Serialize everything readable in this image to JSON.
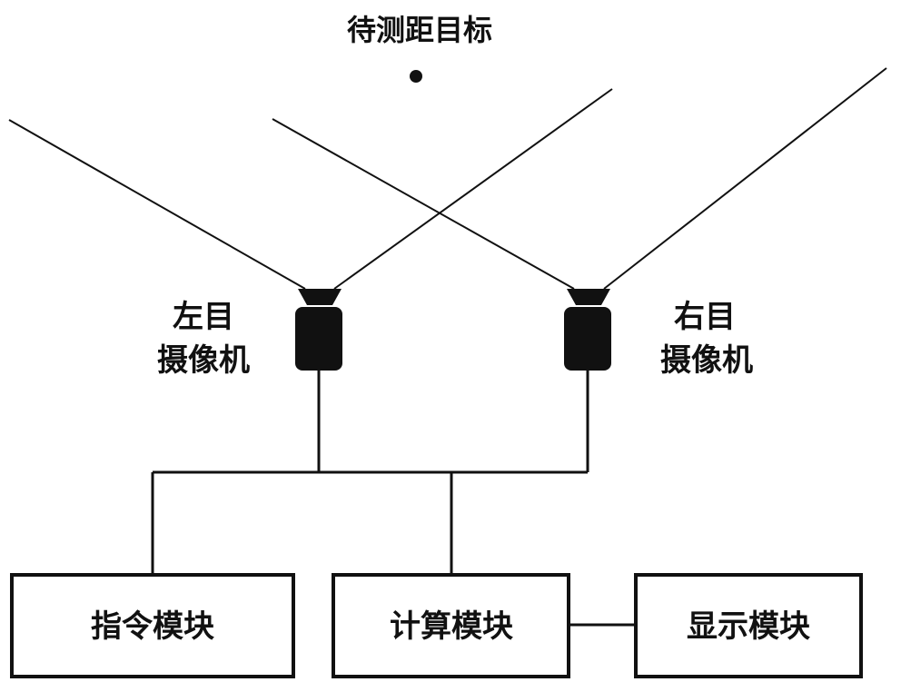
{
  "diagram": {
    "target": {
      "label": "待测距目标"
    },
    "left_camera": {
      "line1": "左目",
      "line2": "摄像机"
    },
    "right_camera": {
      "line1": "右目",
      "line2": "摄像机"
    },
    "modules": {
      "command": "指令模块",
      "compute": "计算模块",
      "display": "显示模块"
    },
    "colors": {
      "ink": "#111111",
      "background": "#ffffff"
    }
  }
}
